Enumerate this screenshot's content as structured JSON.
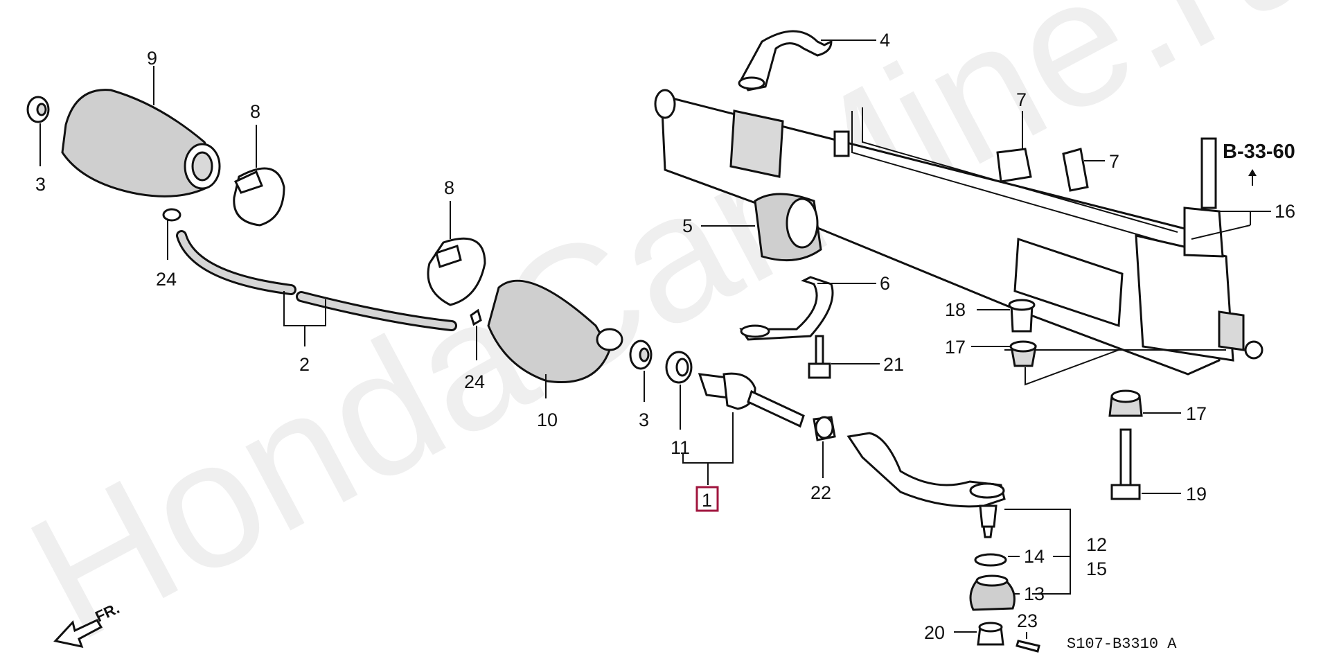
{
  "watermark": "HondaCarMine.ru",
  "reference": "B-33-60",
  "diagram_code": "S107-B3310 A",
  "front_marker": "FR.",
  "highlighted_part": "1",
  "labels": {
    "p1": "1",
    "p2": "2",
    "p3a": "3",
    "p3b": "3",
    "p4": "4",
    "p5": "5",
    "p6": "6",
    "p7a": "7",
    "p7b": "7",
    "p8a": "8",
    "p8b": "8",
    "p9": "9",
    "p10": "10",
    "p11": "11",
    "p12": "12",
    "p13": "13",
    "p14": "14",
    "p15": "15",
    "p16": "16",
    "p17a": "17",
    "p17b": "17",
    "p18": "18",
    "p19": "19",
    "p20": "20",
    "p21": "21",
    "p22": "22",
    "p23": "23",
    "p24a": "24",
    "p24b": "24"
  },
  "colors": {
    "highlight_box": "#a0153e",
    "watermark": "#efefef"
  }
}
